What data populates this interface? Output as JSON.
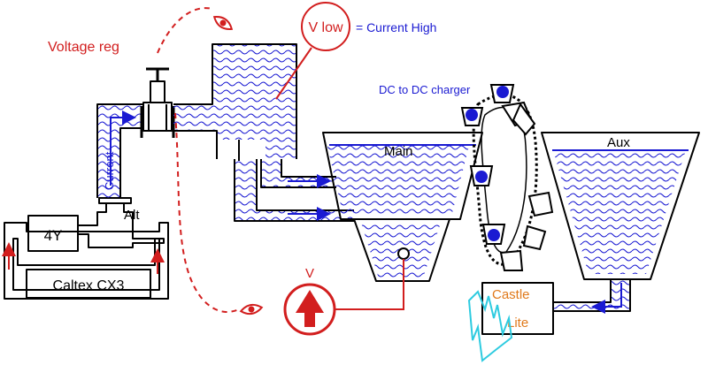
{
  "labels": {
    "voltage_reg": "Voltage reg",
    "v_low": "V low",
    "current_high": "= Current High",
    "dc_to_dc": "DC to DC charger",
    "main": "Main",
    "aux": "Aux",
    "current": "Current",
    "alt": "Alt",
    "four_y": "4Y",
    "caltex": "Caltex CX3",
    "v_pump": "V",
    "castle": "Castle",
    "lite": "Lite"
  },
  "colors": {
    "water": "#1a1ad2",
    "annotation": "#d21e1e",
    "pump_fill": "#d21e1e",
    "castle_text": "#e07a1c",
    "ice": "#2ecbe0",
    "bucket_dot": "#1a1ad2"
  },
  "icons": [
    "eye-icon",
    "eye-icon",
    "gate-valve-icon",
    "pump-icon",
    "bucket-icon"
  ]
}
